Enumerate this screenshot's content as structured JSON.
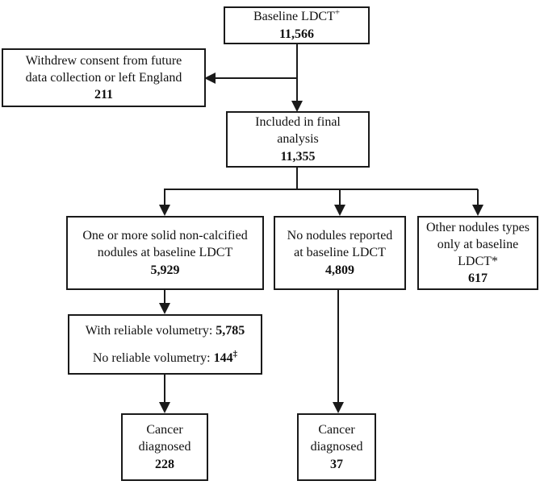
{
  "diagram": {
    "type": "patient-flowchart",
    "boxes": {
      "baseline": {
        "lines": [
          "Baseline LDCT"
        ],
        "sup": "+",
        "value": "11,566"
      },
      "withdrew": {
        "lines": [
          "Withdrew consent from future",
          "data collection or left England"
        ],
        "value": "211"
      },
      "included": {
        "lines": [
          "Included in final",
          "analysis"
        ],
        "value": "11,355"
      },
      "solid": {
        "lines": [
          "One or more solid non-calcified",
          "nodules at baseline LDCT"
        ],
        "value": "5,929"
      },
      "none": {
        "lines": [
          "No nodules reported",
          "at baseline LDCT"
        ],
        "value": "4,809"
      },
      "other": {
        "lines": [
          "Other nodules types",
          "only at baseline",
          "LDCT*"
        ],
        "value": "617"
      },
      "volumetry": {
        "with_label": "With reliable volumetry: ",
        "with_value": "5,785",
        "no_label": "No reliable volumetry: ",
        "no_value": "144",
        "no_sup": "‡"
      },
      "cancer_solid": {
        "lines": [
          "Cancer",
          "diagnosed"
        ],
        "value": "228"
      },
      "cancer_none": {
        "lines": [
          "Cancer",
          "diagnosed"
        ],
        "value": "37"
      }
    }
  }
}
